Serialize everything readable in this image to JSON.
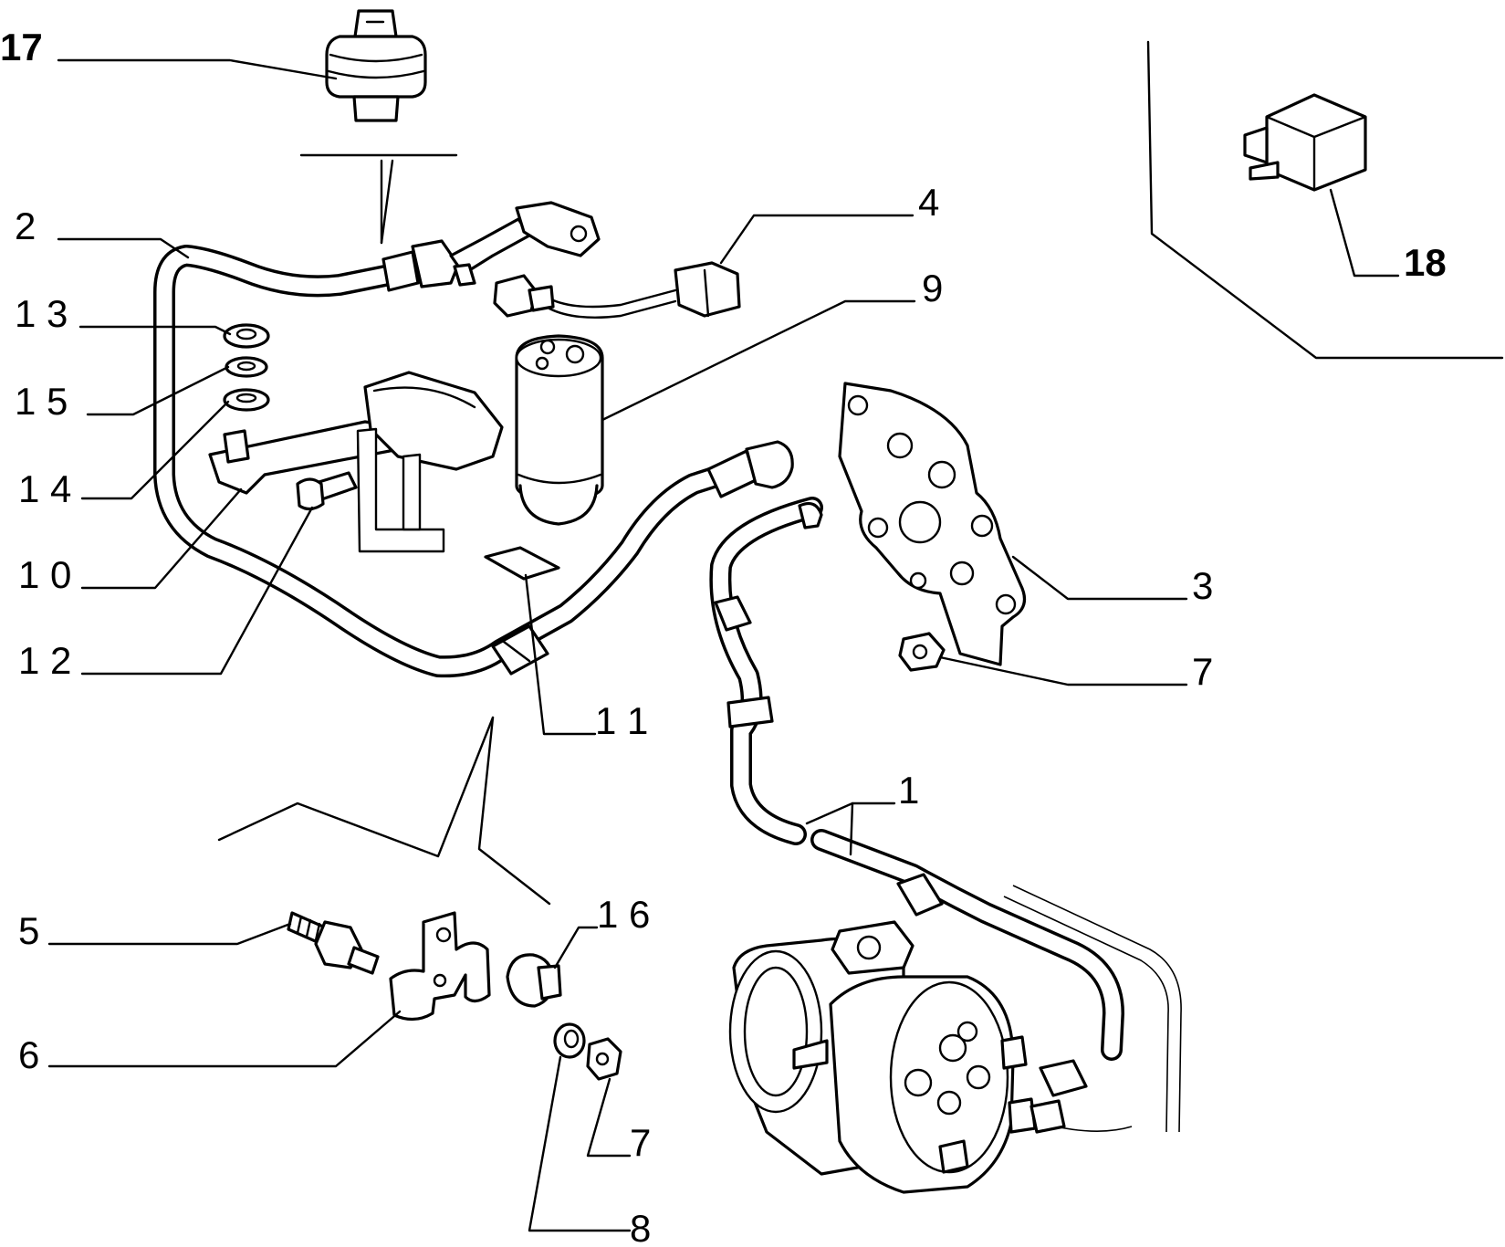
{
  "labels": [
    {
      "id": "17",
      "text": "17"
    },
    {
      "id": "2",
      "text": "2"
    },
    {
      "id": "13",
      "text": "1 3"
    },
    {
      "id": "15",
      "text": "1 5"
    },
    {
      "id": "14",
      "text": "1 4"
    },
    {
      "id": "10",
      "text": "1 0"
    },
    {
      "id": "12",
      "text": "1 2"
    },
    {
      "id": "11",
      "text": "1 1"
    },
    {
      "id": "4",
      "text": "4"
    },
    {
      "id": "9",
      "text": "9"
    },
    {
      "id": "18",
      "text": "18"
    },
    {
      "id": "3",
      "text": "3"
    },
    {
      "id": "7a",
      "text": "7"
    },
    {
      "id": "1",
      "text": "1"
    },
    {
      "id": "5",
      "text": "5"
    },
    {
      "id": "16",
      "text": "1 6"
    },
    {
      "id": "6",
      "text": "6"
    },
    {
      "id": "7b",
      "text": "7"
    },
    {
      "id": "8",
      "text": "8"
    }
  ]
}
